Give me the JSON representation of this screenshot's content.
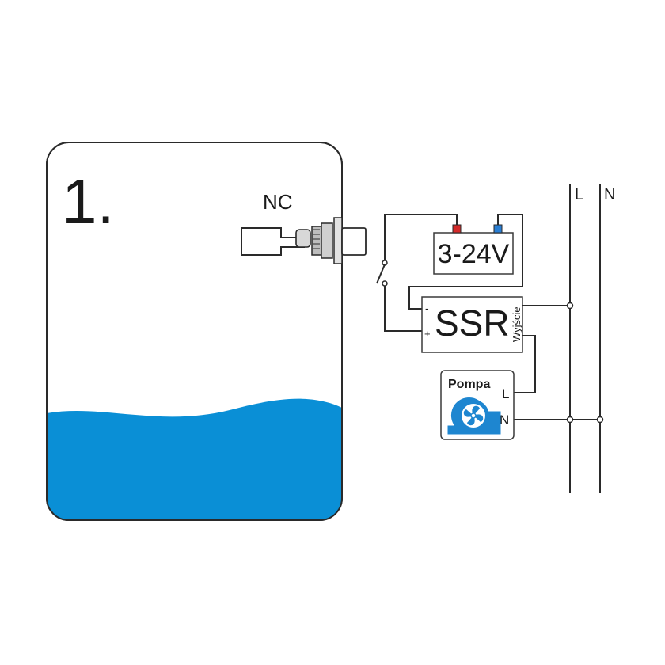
{
  "diagram": {
    "step_number": "1.",
    "float_switch_label": "NC",
    "power_supply_label": "3-24V",
    "ssr_label": "SSR",
    "ssr_output_label": "Wyjście",
    "ssr_minus": "-",
    "ssr_plus": "+",
    "pump_label": "Pompa",
    "pump_L": "L",
    "pump_N": "N",
    "line_L": "L",
    "line_N": "N"
  },
  "colors": {
    "water": "#0a8fd6",
    "pump_blue": "#1e86d0",
    "terminal_red": "#d42a2a",
    "terminal_blue": "#2a7fd4",
    "line": "#2a2a2a"
  },
  "icons": [
    "float-switch-icon",
    "pump-fan-icon"
  ]
}
